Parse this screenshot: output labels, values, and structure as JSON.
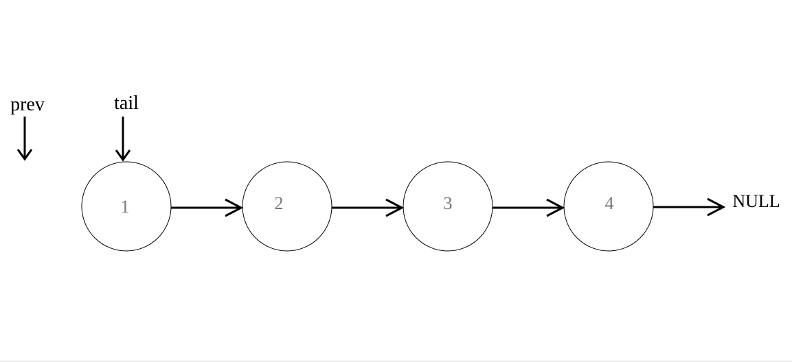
{
  "pointers": {
    "prev": "prev",
    "tail": "tail"
  },
  "nodes": [
    {
      "value": "1"
    },
    {
      "value": "2"
    },
    {
      "value": "3"
    },
    {
      "value": "4"
    }
  ],
  "terminal": "NULL",
  "colors": {
    "node_stroke": "#000000",
    "node_text": "#777777",
    "arrow": "#000000",
    "label": "#000000"
  }
}
